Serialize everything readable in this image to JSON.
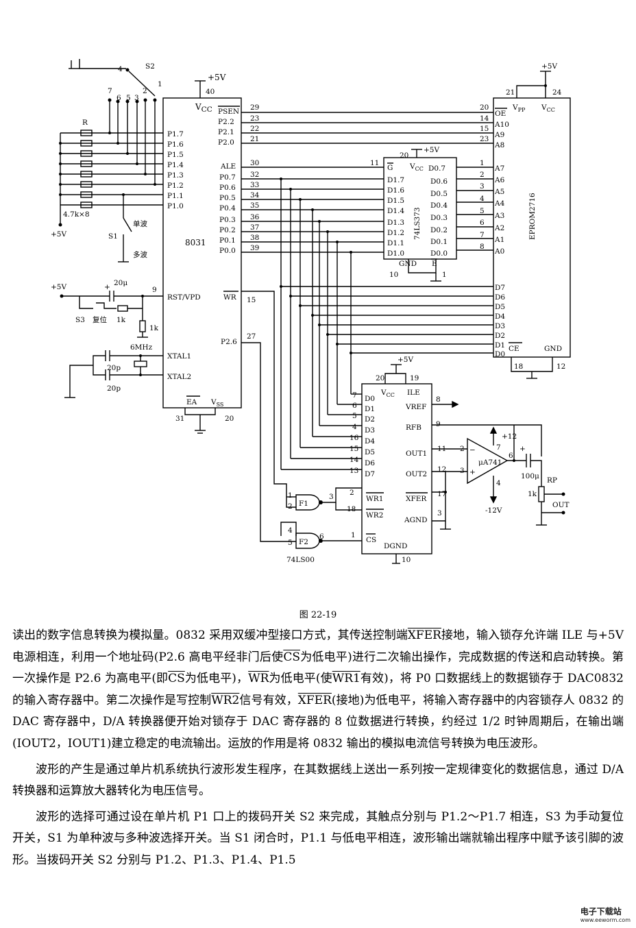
{
  "figure": {
    "caption": "图 22-19",
    "chips": {
      "mcu": "8031",
      "latch": "74LS373",
      "eprom": "EPROM2716",
      "dac_iout": "OUT1",
      "opamp": "μA741",
      "gate": "74LS00"
    },
    "labels": {
      "vcc5": "+5V",
      "vcc": "VCC",
      "vss": "VSS",
      "vpp": "VPP",
      "ea": "EA",
      "psen": "PSEN",
      "ale": "ALE",
      "wr": "WR",
      "p26": "P2.6",
      "rst": "RST/VPD",
      "xtal1": "XTAL1",
      "xtal2": "XTAL2",
      "s1": "S1",
      "s2": "S2",
      "s3": "S3",
      "single": "单波",
      "multi": "多波",
      "reset": "复位",
      "r": "R",
      "rpack": "4.7k×8",
      "r1k": "1k",
      "r1k2": "1k",
      "c20u": "20μ",
      "xtal": "6MHz",
      "c20p": "20p",
      "c20p2": "20p",
      "oe": "OE",
      "ce": "CE",
      "gnd": "GND",
      "g": "G",
      "e": "E",
      "ile": "ILE",
      "vref": "VREF",
      "rfb": "RFB",
      "out1": "OUT1",
      "out2": "OUT2",
      "xfer": "XFER",
      "agnd": "AGND",
      "dgnd": "DGND",
      "wr1": "WR1",
      "wr2": "WR2",
      "cs": "CS",
      "f1": "F1",
      "f2": "F2",
      "p12": "+12",
      "m12": "-12V",
      "c100": "100μ",
      "rp": "RP",
      "rp1k": "1k",
      "out": "OUT"
    }
  },
  "paragraphs": {
    "p1a": "读出的数字信息转换为模拟量。0832 采用双缓冲型接口方式，其传送控制端",
    "p1b": "XFER",
    "p1c": "接地，输入锁存允许端 ILE 与+5V 电源相连，利用一个地址码(P2.6 高电平经非门后使",
    "p1d": "CS",
    "p1e": "为低电平)进行二次输出操作，完成数据的传送和启动转换。第一次操作是 P2.6 为高电平(即",
    "p1f": "CS",
    "p1g": "为低电平)，",
    "p1h": "WR",
    "p1i": "为低电平(使",
    "p1j": "WR1",
    "p1k": "有效)，将 P0 口数据线上的数据锁存于 DAC0832 的输入寄存器中。第二次操作是写控制",
    "p1l": "WR2",
    "p1m": "信号有效，",
    "p1n": "XFER",
    "p1o": "(接地)为低电平，将输入寄存器中的内容锁存人 0832 的 DAC 寄存器中，D/A 转换器便开始对锁存于 DAC 寄存器的 8 位数据进行转换，约经过 1/2 时钟周期后，在输出端(IOUT2，IOUT1)建立稳定的电流输出。运放的作用是将 0832 输出的模拟电流信号转换为电压波形。",
    "p2": "波形的产生是通过单片机系统执行波形发生程序，在其数据线上送出一系列按一定规律变化的数据信息，通过 D/A 转换器和运算放大器转化为电压信号。",
    "p3": "波形的选择可通过设在单片机 P1 口上的拨码开关 S2 来完成，其触点分别与 P1.2～P1.7 相连，S3 为手动复位开关，S1 为单种波与多种波选择开关。当 S1 闭合时，P1.1 与低电平相连，波形输出端就输出程序中赋予该引脚的波形。当拨码开关 S2 分别与 P1.2、P1.3、P1.4、P1.5"
  },
  "watermark": {
    "name": "电子下载站",
    "url": "www.eeworm.com"
  }
}
